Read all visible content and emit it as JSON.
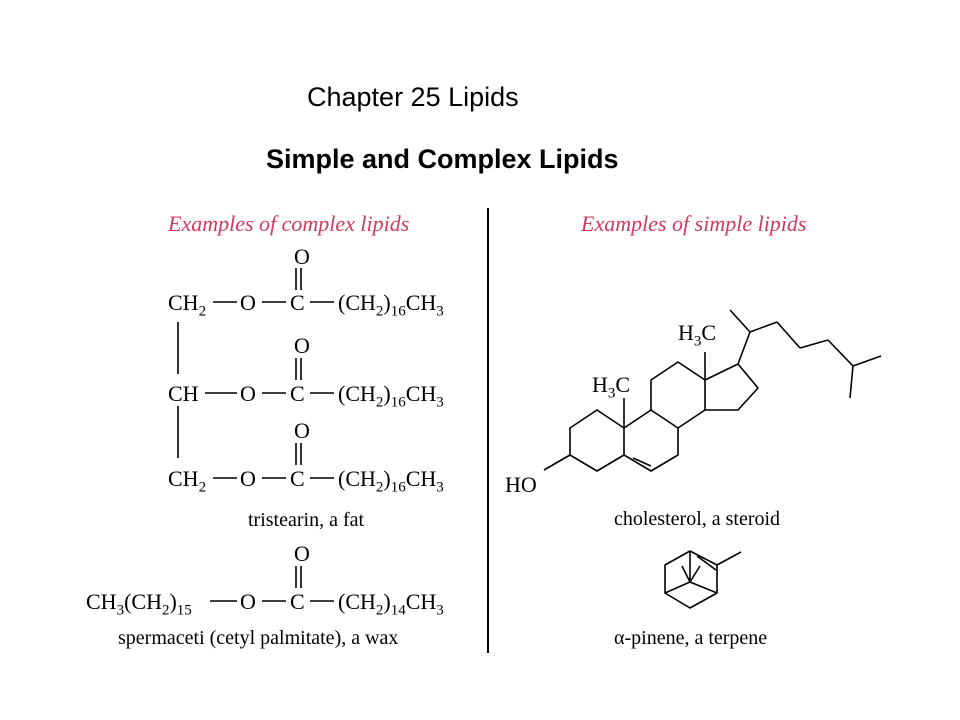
{
  "header": {
    "chapter": "Chapter 25  Lipids",
    "title": "Simple and Complex Lipids"
  },
  "left": {
    "heading": "Examples of complex lipids",
    "tristearin": {
      "row1": {
        "carbon": "CH",
        "carbon_sub": "2",
        "oxygen": "O",
        "carbonyl": "C",
        "chain_pre": "(CH",
        "chain_sub1": "2",
        "chain_mid": ")",
        "chain_sub2": "16",
        "chain_end": "CH",
        "chain_end_sub": "3"
      },
      "row2": {
        "carbon": "CH",
        "oxygen": "O",
        "carbonyl": "C",
        "chain_pre": "(CH",
        "chain_sub1": "2",
        "chain_mid": ")",
        "chain_sub2": "16",
        "chain_end": "CH",
        "chain_end_sub": "3"
      },
      "row3": {
        "carbon": "CH",
        "carbon_sub": "2",
        "oxygen": "O",
        "carbonyl": "C",
        "chain_pre": "(CH",
        "chain_sub1": "2",
        "chain_mid": ")",
        "chain_sub2": "16",
        "chain_end": "CH",
        "chain_end_sub": "3"
      },
      "carbonyl_o": "O",
      "caption": "tristearin, a fat"
    },
    "spermaceti": {
      "pre": "CH",
      "pre_sub": "3",
      "mid": "(CH",
      "mid_sub1": "2",
      "mid_close": ")",
      "mid_sub2": "15",
      "oxygen": "O",
      "carbonyl": "C",
      "carbonyl_o": "O",
      "chain_pre": "(CH",
      "chain_sub1": "2",
      "chain_mid": ")",
      "chain_sub2": "14",
      "chain_end": "CH",
      "chain_end_sub": "3",
      "caption": "spermaceti (cetyl palmitate), a wax"
    }
  },
  "right": {
    "heading": "Examples of simple lipids",
    "cholesterol": {
      "methyl1": "H",
      "methyl1_sub": "3",
      "methyl1_c": "C",
      "methyl2": "H",
      "methyl2_sub": "3",
      "methyl2_c": "C",
      "hydroxyl": "HO",
      "caption": "cholesterol, a steroid"
    },
    "pinene": {
      "greek": "α",
      "caption": "-pinene, a terpene"
    }
  }
}
